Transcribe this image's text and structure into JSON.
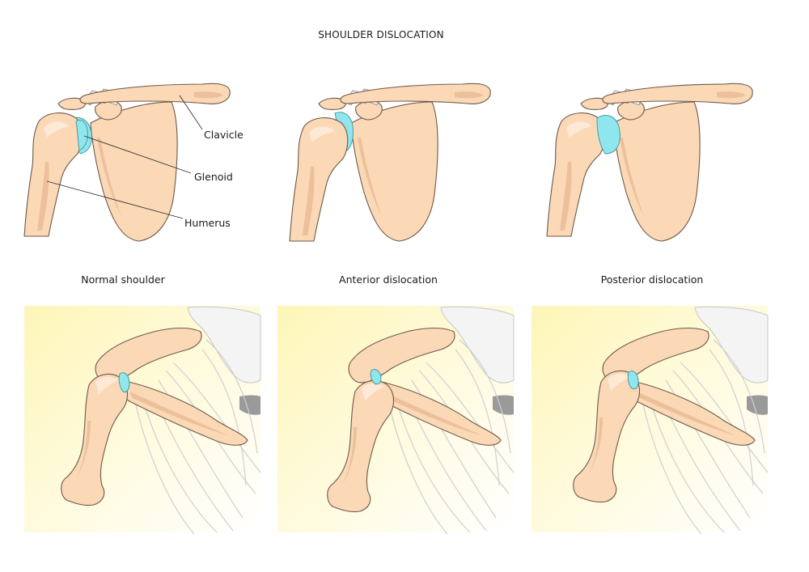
{
  "title": "SHOULDER DISLOCATION",
  "annotations": {
    "clavicle": "Clavicle",
    "glenoid": "Glenoid",
    "humerus": "Humerus"
  },
  "captions": {
    "normal": "Normal shoulder",
    "anterior": "Anterior dislocation",
    "posterior": "Posterior dislocation"
  },
  "colors": {
    "bone": "#fbd8b6",
    "cartilage": "#8fe6ec",
    "panel_bg": "#fffbd2"
  }
}
